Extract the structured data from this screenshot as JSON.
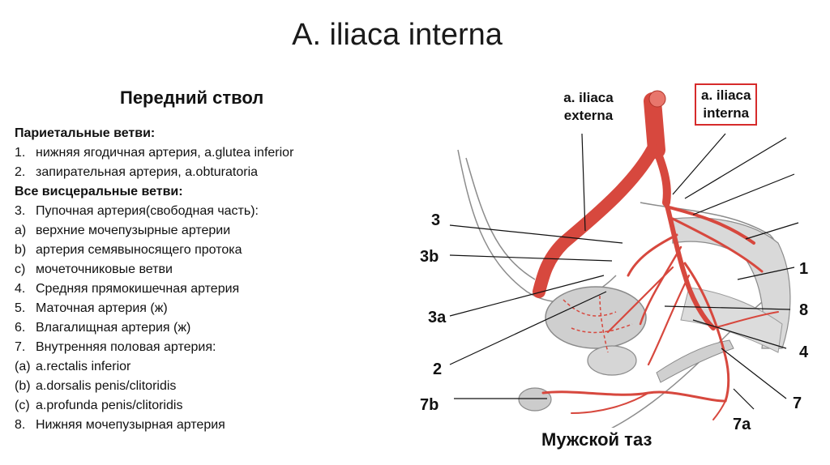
{
  "title": "A. iliaca interna",
  "subtitle": "Передний ствол",
  "list": {
    "parietal_head": "Париетальные ветви:",
    "parietal": [
      {
        "num": "1.",
        "text": "нижняя ягодичная артерия, a.glutea inferior"
      },
      {
        "num": "2.",
        "text": "запирательная артерия, a.obturatoria"
      }
    ],
    "visceral_head": "Все висцеральные ветви:",
    "visceral": [
      {
        "num": "3.",
        "text": "Пупочная артерия(свободная часть):"
      },
      {
        "num": "a)",
        "text": "верхние мочепузырные артерии"
      },
      {
        "num": "b)",
        "text": "артерия семявыносящего протока"
      },
      {
        "num": "c)",
        "text": "мочеточниковые ветви"
      },
      {
        "num": "4.",
        "text": "Средняя прямокишечная артерия"
      },
      {
        "num": "5.",
        "text": "Маточная артерия (ж)"
      },
      {
        "num": "6.",
        "text": "Влагалищная артерия (ж)"
      },
      {
        "num": "7.",
        "text": "Внутренняя половая артерия:"
      },
      {
        "num": "(a)",
        "text": "a.rectalis inferior"
      },
      {
        "num": "(b)",
        "text": "a.dorsalis penis/clitoridis"
      },
      {
        "num": "(c)",
        "text": "a.profunda penis/clitoridis"
      },
      {
        "num": "8.",
        "text": "Нижняя мочепузырная артерия"
      }
    ]
  },
  "diagram": {
    "externa_line1": "a. iliaca",
    "externa_line2": "externa",
    "interna_line1": "a. iliaca",
    "interna_line2": "interna",
    "labels": {
      "l3": "3",
      "l3b": "3b",
      "l3a": "3a",
      "l2": "2",
      "l7b": "7b",
      "l1": "1",
      "l8": "8",
      "l4": "4",
      "l7": "7",
      "l7a": "7a"
    },
    "caption": "Мужской таз",
    "colors": {
      "artery": "#d7483e",
      "highlight_box": "#d62b2b",
      "tissue": "#d9d9d9"
    }
  }
}
